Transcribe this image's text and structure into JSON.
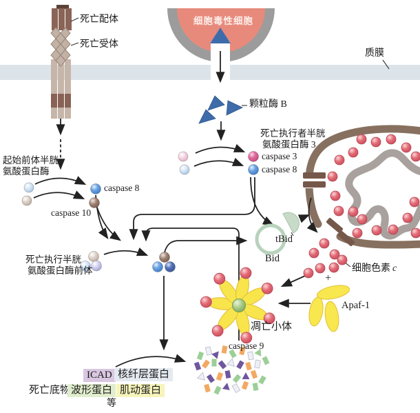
{
  "labels": {
    "death_ligand": "死亡配体",
    "death_receptor": "死亡受体",
    "cytotoxic_cell": "细胞毒性细胞",
    "plasma_membrane": "质膜",
    "granzyme_b": "颗粒酶 B",
    "effector_caspase3_line1": "死亡执行者半胱",
    "effector_caspase3_line2": "氨酸蛋白酶 3",
    "caspase3": "caspase 3",
    "caspase8_granzyme": "caspase 8",
    "initiator_line1": "起始前体半胱",
    "initiator_line2": "氨酸蛋白酶",
    "caspase8": "caspase 8",
    "caspase10": "caspase 10",
    "effector_procaspase_line1": "死亡执行半胱",
    "effector_procaspase_line2": "氨酸蛋白酶前体",
    "bid": "Bid",
    "tbid": "tBid",
    "cytochrome_c_text": "细胞色素",
    "cytochrome_c_suffix": "c",
    "plus": "+",
    "apaf1": "Apaf-1",
    "apoptosome": "凋亡小体",
    "caspase9": "caspase 9",
    "death_substrates": "死亡底物",
    "icad": "ICAD",
    "nuclear_lamin": "核纤层蛋白",
    "vimentin": "波形蛋白",
    "actin": "肌动蛋白",
    "etc": "等"
  },
  "colors": {
    "membrane": "#dde4e9",
    "cytotoxic_cell_fill": "#e78a7c",
    "cytotoxic_cell_ring": "#9c9c9c",
    "granzyme_blue": "#3e6cab",
    "receptor_tan": "#c6b5a9",
    "receptor_brown": "#8a6457",
    "mito_outer": "#87705f",
    "mito_inner": "#a9a19d",
    "cytochrome_red": "#e46b77",
    "bid_green": "#b7d3bc",
    "tbid_green": "#c8dbc9",
    "apoptosome_yellow": "#f8e54c",
    "apoptosome_center": "#a6c983",
    "apaf1_yellow": "#f8e74f",
    "caspase_pink": "#e06a9c",
    "caspase_blue": "#6ba3e3",
    "caspase_brown": "#9c8072",
    "caspase_navy": "#4a6cb4",
    "highlight_icad": "#d9c6e0",
    "highlight_lamin": "#e4eaf0",
    "highlight_vimentin": "#e1eecd",
    "highlight_actin": "#f7f4bb"
  }
}
